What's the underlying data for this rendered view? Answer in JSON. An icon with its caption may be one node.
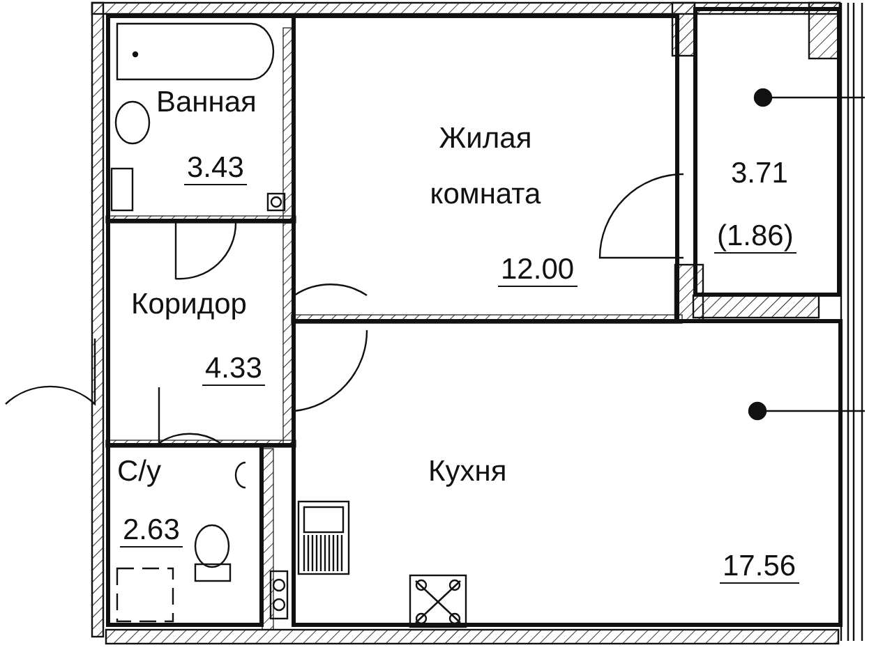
{
  "diagram": {
    "nodes": [
      {
        "text": [
          "Ванная",
          "3.43"
        ]
      },
      {
        "text": [
          "Жилая комната",
          "12.00"
        ]
      },
      {
        "text": [
          "3.71",
          "(1.86)"
        ]
      },
      {
        "text": [
          "Коридор",
          "4.33"
        ]
      },
      {
        "text": [
          "Кухня",
          "17.56"
        ]
      },
      {
        "text": [
          "С/у",
          "2.63"
        ]
      }
    ]
  }
}
